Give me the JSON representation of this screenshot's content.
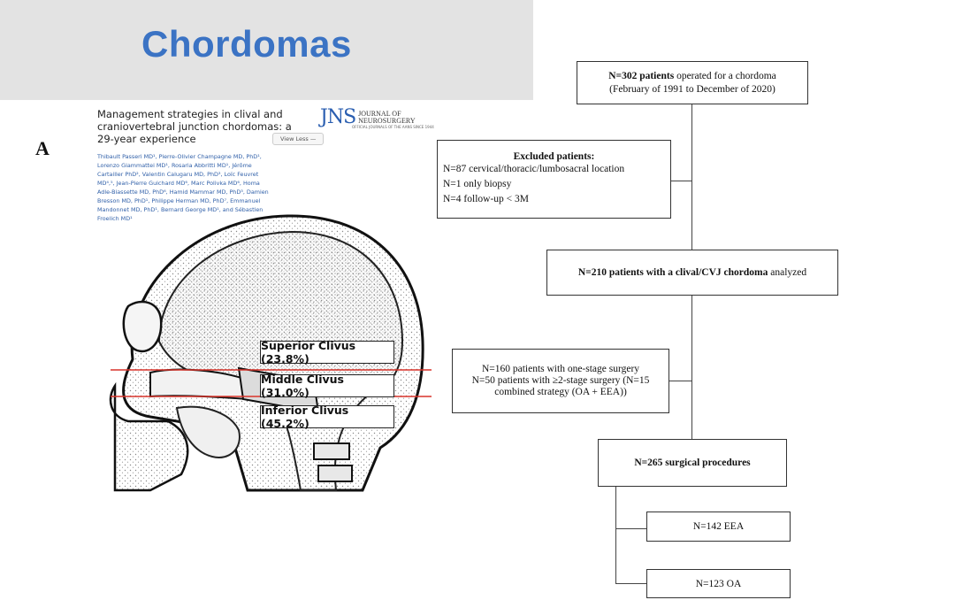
{
  "slide": {
    "title": "Chordomas"
  },
  "paper": {
    "title": "Management strategies in clival and craniovertebral junction chordomas: a 29-year experience",
    "authors": "Thibault Passeri MD¹, Pierre-Olivier Champagne MD, PhD¹, Lorenzo Giammattei MD¹, Rosaria Abbritti MD¹, Jérôme Cartailler PhD², Valentin Calugaru MD, PhD³, Loïc Feuvret MD⁴,⁵, Jean-Pierre Guichard MD⁶, Marc Polivka MD⁶, Homa Adle-Biassette MD, PhD⁶, Hamid Mammar MD, PhD³, Damien Bresson MD, PhD¹, Philippe Herman MD, PhD⁷, Emmanuel Mandonnet MD, PhD¹, Bernard George MD¹, and Sébastien Froelich MD¹",
    "view_less_label": "View Less —",
    "journal_abbrev": "JNS",
    "journal_name_line1": "JOURNAL OF",
    "journal_name_line2": "NEUROSURGERY",
    "journal_tagline": "OFFICIAL JOURNALS OF THE AANS SINCE 1944"
  },
  "figure": {
    "panel_letter": "A",
    "labels": {
      "superior": "Superior Clivus (23.8%)",
      "middle": "Middle Clivus (31.0%)",
      "inferior": "Inferior Clivus (45.2%)"
    },
    "colors": {
      "divider_line": "#d9342b"
    }
  },
  "flowchart": {
    "total": {
      "bold": "N=302 patients",
      "rest": " operated for a chordoma",
      "line2": "(February of 1991 to December of 2020)"
    },
    "excluded": {
      "title": "Excluded patients:",
      "items": [
        "N=87 cervical/thoracic/lumbosacral location",
        "N=1 only biopsy",
        "N=4 follow-up < 3M"
      ]
    },
    "analyzed": {
      "bold": "N=210 patients with a clival/CVJ chordoma",
      "rest": " analyzed"
    },
    "stages": {
      "line1": "N=160 patients with one-stage surgery",
      "line2": "N=50 patients with ≥2-stage surgery (N=15",
      "line3": "combined strategy (OA + EEA))"
    },
    "procedures": {
      "label": "N=265 surgical procedures"
    },
    "eea": {
      "label": "N=142 EEA"
    },
    "oa": {
      "label": "N=123 OA"
    }
  }
}
